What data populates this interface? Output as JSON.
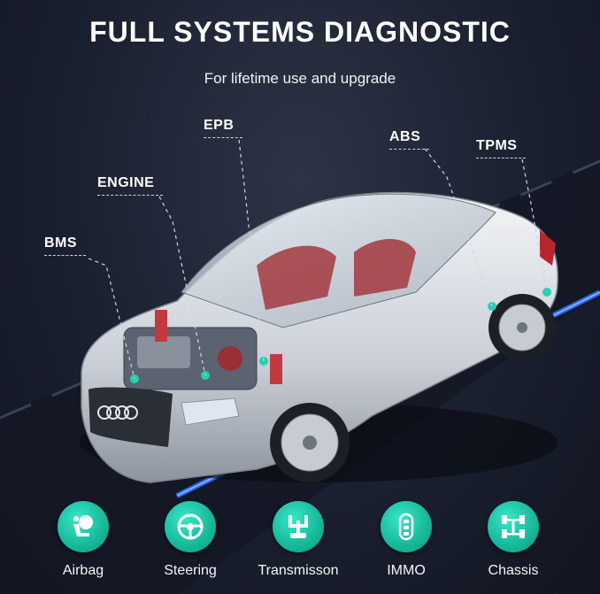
{
  "header": {
    "title": "FULL SYSTEMS DIAGNOSTIC",
    "subtitle": "For lifetime use and upgrade"
  },
  "callouts": {
    "epb": "EPB",
    "abs": "ABS",
    "tpms": "TPMS",
    "engine": "ENGINE",
    "bms": "BMS"
  },
  "features": [
    {
      "label": "Airbag",
      "icon": "airbag-icon"
    },
    {
      "label": "Steering",
      "icon": "steering-wheel-icon"
    },
    {
      "label": "Transmisson",
      "icon": "gear-shift-icon"
    },
    {
      "label": "IMMO",
      "icon": "car-key-icon"
    },
    {
      "label": "Chassis",
      "icon": "chassis-icon"
    }
  ],
  "colors": {
    "background": "#1b2030",
    "accent_teal": "#16b899",
    "highlight_blue": "#3b6cff"
  }
}
